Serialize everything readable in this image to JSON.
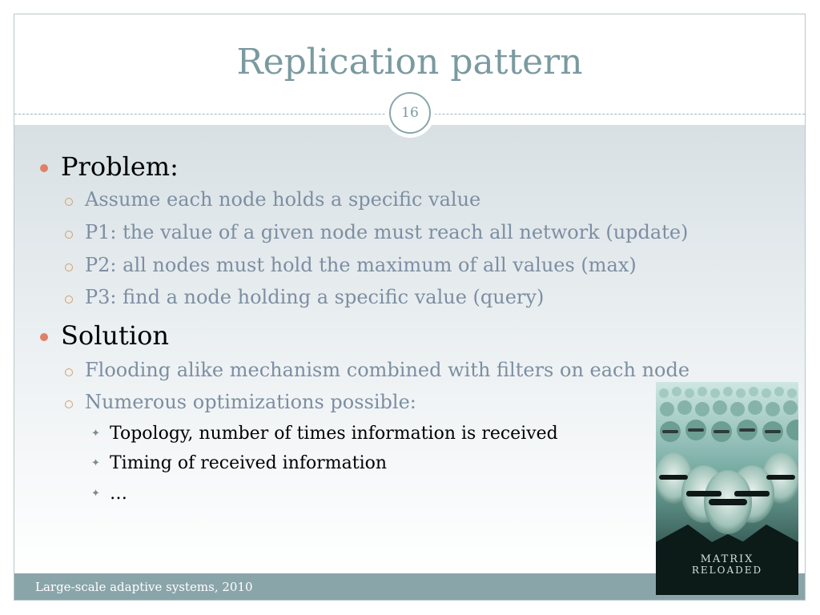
{
  "slide": {
    "title": "Replication pattern",
    "page_number": "16",
    "footer": "Large-scale adaptive systems, 2010"
  },
  "content": {
    "problem": {
      "heading": "Problem:",
      "points": [
        "Assume each node holds a specific value",
        "P1: the value of a given node must reach all network (update)",
        "P2: all nodes must hold the maximum of all values (max)",
        "P3: find a node holding a specific value (query)"
      ]
    },
    "solution": {
      "heading": "Solution",
      "points": [
        "Flooding alike mechanism combined with filters on each node",
        "Numerous optimizations possible:"
      ],
      "sub_points": [
        "Topology, number of times information is received",
        "Timing of received information",
        "…"
      ]
    }
  },
  "poster": {
    "title_line1": "MATRIX",
    "title_line2": "RELOADED"
  },
  "colors": {
    "title": "#7a9aa0",
    "footer_bar": "#8aa5aa",
    "level2_text": "#7d8ea2",
    "bullet_level1": "#e0806a",
    "bullet_level2": "#d1a06e"
  },
  "icons": {
    "bullet_level1": "filled-circle-bullet-icon",
    "bullet_level2": "hollow-circle-bullet-icon",
    "bullet_level3": "four-point-star-bullet-icon"
  }
}
